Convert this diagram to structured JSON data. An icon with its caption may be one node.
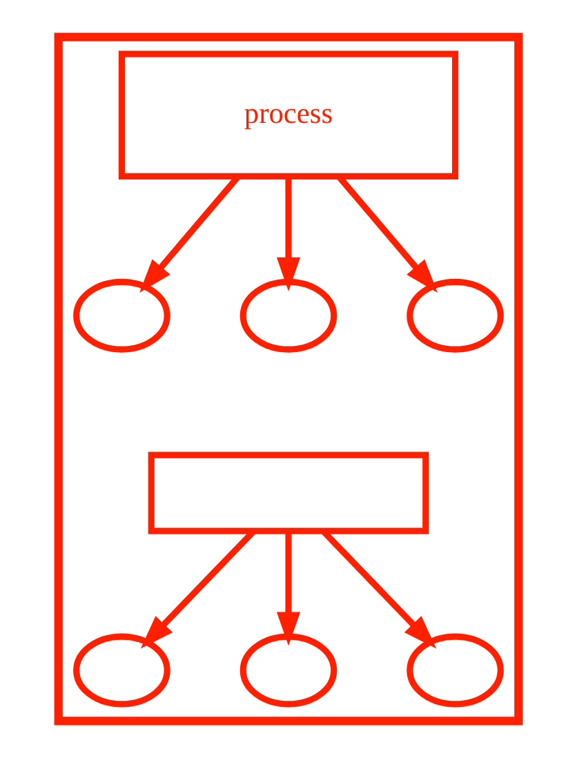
{
  "diagram": {
    "nodes": [
      {
        "text": [],
        "shape": "box"
      },
      {
        "text": [
          "process"
        ],
        "in": 0
      },
      {
        "text": [],
        "shape": "circle",
        "in": 0
      },
      {
        "text": [],
        "shape": "circle",
        "in": 0
      },
      {
        "text": [],
        "shape": "circle",
        "in": 0
      },
      {
        "text": [],
        "shape": "box",
        "in": 0
      },
      {
        "text": [],
        "shape": "circle",
        "in": 0
      },
      {
        "text": [],
        "shape": "circle",
        "in": 0
      },
      {
        "text": [],
        "shape": "circle",
        "in": 0
      }
    ],
    "edges": [
      {
        "from": 1,
        "to": 2,
        "arrow": "to"
      },
      {
        "from": 1,
        "to": 3,
        "arrow": "to"
      },
      {
        "from": 1,
        "to": 4,
        "arrow": "to"
      },
      {
        "from": 5,
        "to": 6,
        "arrow": "to"
      },
      {
        "from": 5,
        "to": 7,
        "arrow": "to"
      },
      {
        "from": 5,
        "to": 8,
        "arrow": "to"
      }
    ]
  }
}
